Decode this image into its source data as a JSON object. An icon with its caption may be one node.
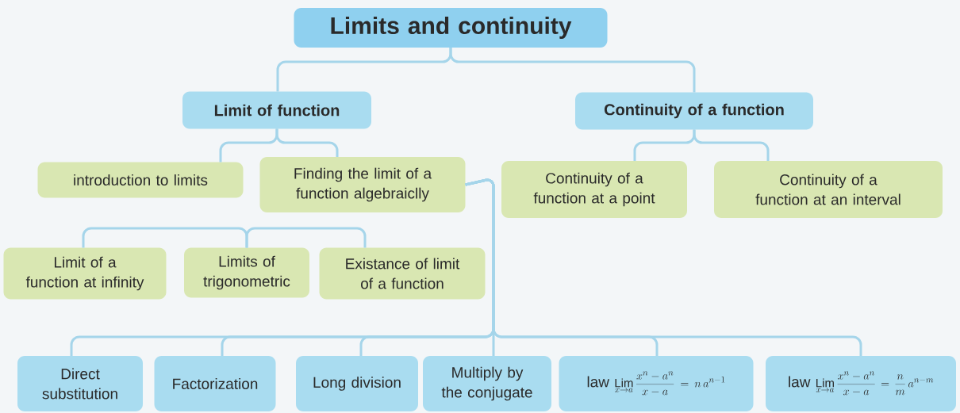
{
  "diagram": {
    "nodes": [
      {
        "text": [
          "Limits and continuity"
        ]
      },
      {
        "text": [
          "Limit of function"
        ]
      },
      {
        "text": [
          "Continuity of a function"
        ]
      },
      {
        "text": [
          "introduction to limits"
        ]
      },
      {
        "text": [
          "Finding the limit of a function algebraiclly"
        ]
      },
      {
        "text": [
          "Continuity of a function at a point"
        ]
      },
      {
        "text": [
          "Continuity of a function at an interval"
        ]
      },
      {
        "text": [
          "Limit of a function at infinity"
        ]
      },
      {
        "text": [
          "Limits of trigonometric"
        ]
      },
      {
        "text": [
          "Existance of limit of a function"
        ]
      },
      {
        "text": [
          "Direct substitution"
        ]
      },
      {
        "text": [
          "Factorization"
        ]
      },
      {
        "text": [
          "Long division"
        ]
      },
      {
        "text": [
          "Multiply by the conjugate"
        ]
      },
      {
        "text": [
          "law",
          "\\mathop{\\mathrm{Lim}}\\limits_{x \\to a} \\frac{x^{n} - a^{n}}{x - a} = n\\,a^{n-1}"
        ]
      },
      {
        "text": [
          "law",
          "\\mathop{\\mathrm{Lim}}\\limits_{x \\to a} \\frac{x^{n} - a^{n}}{x - a} = \\frac{n}{m}\\,a^{n-m}"
        ]
      }
    ],
    "edges": [
      {
        "from": 0,
        "to": 1,
        "arrow": "none"
      },
      {
        "from": 0,
        "to": 2,
        "arrow": "none"
      },
      {
        "from": 1,
        "to": 3,
        "arrow": "none"
      },
      {
        "from": 1,
        "to": 4,
        "arrow": "none"
      },
      {
        "from": 2,
        "to": 5,
        "arrow": "none"
      },
      {
        "from": 2,
        "to": 6,
        "arrow": "none"
      },
      {
        "from": 8,
        "to": 7,
        "arrow": "none"
      },
      {
        "from": 8,
        "to": 9,
        "arrow": "none"
      },
      {
        "from": 4,
        "to": 10,
        "arrow": "none"
      },
      {
        "from": 4,
        "to": 11,
        "arrow": "none"
      },
      {
        "from": 4,
        "to": 12,
        "arrow": "none"
      },
      {
        "from": 4,
        "to": 13,
        "arrow": "none"
      },
      {
        "from": 4,
        "to": 14,
        "arrow": "none"
      },
      {
        "from": 4,
        "to": 15,
        "arrow": "none"
      }
    ]
  }
}
